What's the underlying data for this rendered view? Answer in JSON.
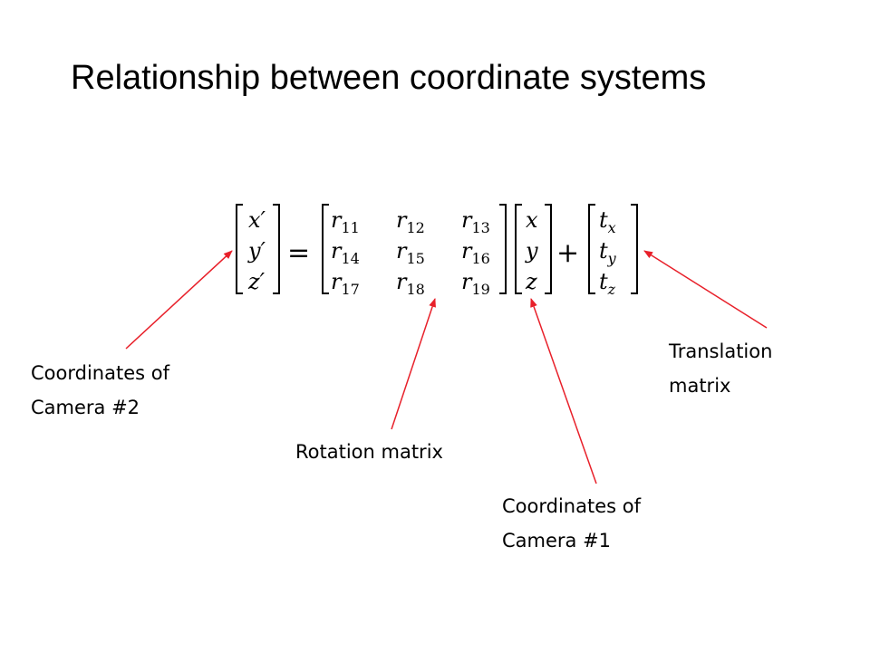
{
  "slide": {
    "title": "Relationship between coordinate systems"
  },
  "equation": {
    "lhs": [
      "x′",
      "y′",
      "z′"
    ],
    "equals": "=",
    "rotation": [
      [
        "r11",
        "r12",
        "r13"
      ],
      [
        "r14",
        "r15",
        "r16"
      ],
      [
        "r17",
        "r18",
        "r19"
      ]
    ],
    "input": [
      "x",
      "y",
      "z"
    ],
    "plus": "+",
    "translation": [
      {
        "base": "t",
        "sub": "x"
      },
      {
        "base": "t",
        "sub": "y"
      },
      {
        "base": "t",
        "sub": "z"
      }
    ]
  },
  "labels": {
    "camera2": [
      "Coordinates of",
      "Camera #2"
    ],
    "rotation": [
      "Rotation matrix"
    ],
    "camera1": [
      "Coordinates of",
      "Camera #1"
    ],
    "translation": [
      "Translation",
      "matrix"
    ]
  },
  "colors": {
    "arrow": "#e8202a",
    "text": "#000000"
  }
}
